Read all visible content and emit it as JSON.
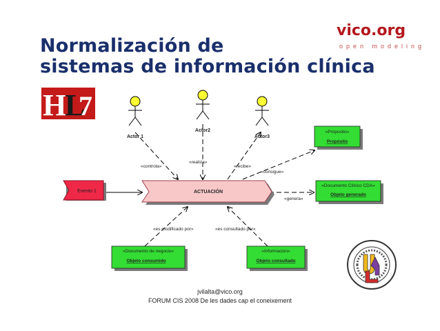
{
  "header": {
    "title_line1": "Normalización de",
    "title_line2": "sistemas de información clínica",
    "brand": "vico.org",
    "tagline": "open modeling"
  },
  "logos": {
    "hl7_text": "HL7",
    "omg_text": "OBJECT MANAGEMENT GROUP · CERTIFICATION PROGRAM"
  },
  "diagram": {
    "actors": [
      {
        "name": "Actor 1"
      },
      {
        "name": "Actor2"
      },
      {
        "name": "Actor3"
      }
    ],
    "event": "Evento 1",
    "action": "ACTUACIÓN",
    "classes": {
      "proposito": {
        "stereotype": "«Proposito»",
        "name": "Propósito"
      },
      "generado": {
        "stereotype": "«Documento Clínico CDA»",
        "name": "Objeto generado"
      },
      "consumido": {
        "stereotype": "«Documento de negocio»",
        "name": "Objeto consumido"
      },
      "consultado": {
        "stereotype": "«Informacion»",
        "name": "Objeto consultado"
      }
    },
    "relations": {
      "controla": "«controla»",
      "realiza": "«realiza»",
      "recibe": "«recibe»",
      "consigue": "«consigue»",
      "genera": "«genera»",
      "modificado": "«es modificado por»",
      "consultado": "«es consultado por»"
    }
  },
  "footer": {
    "email": "jvilalta@vico.org",
    "event": "FORUM CIS 2008 De les dades cap el coneixement"
  },
  "colors": {
    "title": "#1a2f6b",
    "brand": "#b3181d",
    "class_fill": "#33dd33",
    "action_fill": "#f8c8c8",
    "event_fill": "#f02848",
    "actor_fill": "#ffff33"
  }
}
